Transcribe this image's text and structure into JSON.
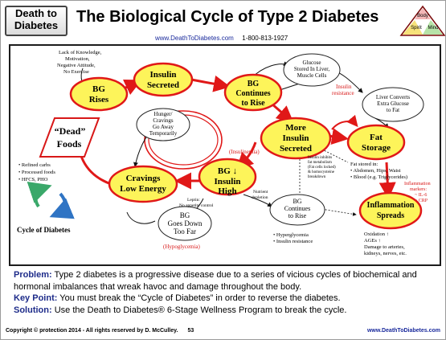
{
  "header": {
    "logo_line1": "Death to",
    "logo_line2": "Diabetes",
    "title": "The Biological Cycle of Type 2 Diabetes",
    "website": "www.DeathToDiabetes.com",
    "phone": "1-800-813-1927",
    "triangle": {
      "top": "Body",
      "left": "Spirit",
      "right": "Mind",
      "colors": [
        "#f4b6b6",
        "#f7e27a",
        "#b7e3a8"
      ]
    }
  },
  "diagram": {
    "nodes": {
      "bg_rises": "BG Rises",
      "insulin_secreted": "Insulin Secreted",
      "bg_continues_rise": "BG Continues to Rise",
      "glucose_stored": "Glucose Stored In Liver, Muscle Cells",
      "liver_converts": "Liver Converts Extra Glucose to Fat",
      "more_insulin": "More Insulin Secreted",
      "fat_storage": "Fat Storage",
      "dead_foods": "“Dead” Foods",
      "hunger": "Hunger/ Cravings Go Away Temporarily",
      "bg_insulin_high": "BG ↓ Insulin High",
      "cravings": "Cravings Low Energy",
      "bg_goes_down": "BG Goes Down Too Far",
      "bg_continues_rise2": "BG Continues to Rise",
      "inflammation": "Inflammation Spreads"
    },
    "notes": {
      "lack": [
        "Lack of Knowledge,",
        "Motivation,",
        "Negative Attitude,",
        "No Exercise"
      ],
      "dead_foods_list": [
        "• Refined carbs",
        "• Processed foods",
        "• HFCS, PHO"
      ],
      "insulin_resistance": [
        "Insulin",
        "resistance"
      ],
      "insulinemia": "(Insulinemia)",
      "insulin_inhibits": [
        "Insulin inhibits",
        "fat metabolism",
        "(Fat cells locked)",
        "& homocysteine",
        "breakdown"
      ],
      "fat_stored_in": [
        "Fat stored in:",
        "• Abdomen, Hips, Waist",
        "• Blood (e.g. Triglycerides)"
      ],
      "inflammation_markers": [
        "Inflammation",
        "markers:",
        "~ IL-6",
        "~ CRP"
      ],
      "leptin": [
        "Leptin:",
        "No appetite control"
      ],
      "nutrient_depletion": [
        "Nutrient",
        "depletion"
      ],
      "hyperglycemia": [
        "• Hyperglycemia",
        "• Insulin resistance"
      ],
      "hypoglycemia": "(Hypoglycemia)",
      "oxidation": [
        "Oxidation ↑",
        "AGEs ↑",
        "Damage to arteries,",
        "kidneys, nerves, etc."
      ],
      "cycle_label": "Cycle of Diabetes"
    }
  },
  "body_text": {
    "problem_label": "Problem:",
    "problem_text": " Type 2 diabetes is a progressive disease due to a series of vicious cycles of biochemical and hormonal imbalances that wreak havoc and damage throughout the body.",
    "keypoint_label": "Key Point:",
    "keypoint_text": " You must break the “Cycle of Diabetes” in order to reverse the diabetes.",
    "solution_label": "Solution:",
    "solution_text": " Use the Death to Diabetes® 6-Stage Wellness Program to break the cycle."
  },
  "footer": {
    "copyright": "Copyright © protection 2014 - All rights reserved by D. McCulley.",
    "page": "53",
    "website": "www.DeathToDiabetes.com"
  },
  "colors": {
    "accent_red": "#e01818",
    "node_yellow": "#fdf45a",
    "keyword_blue": "#1e2c8a",
    "cycle_green": "#3aa86a",
    "cycle_blue": "#2f74c4"
  }
}
